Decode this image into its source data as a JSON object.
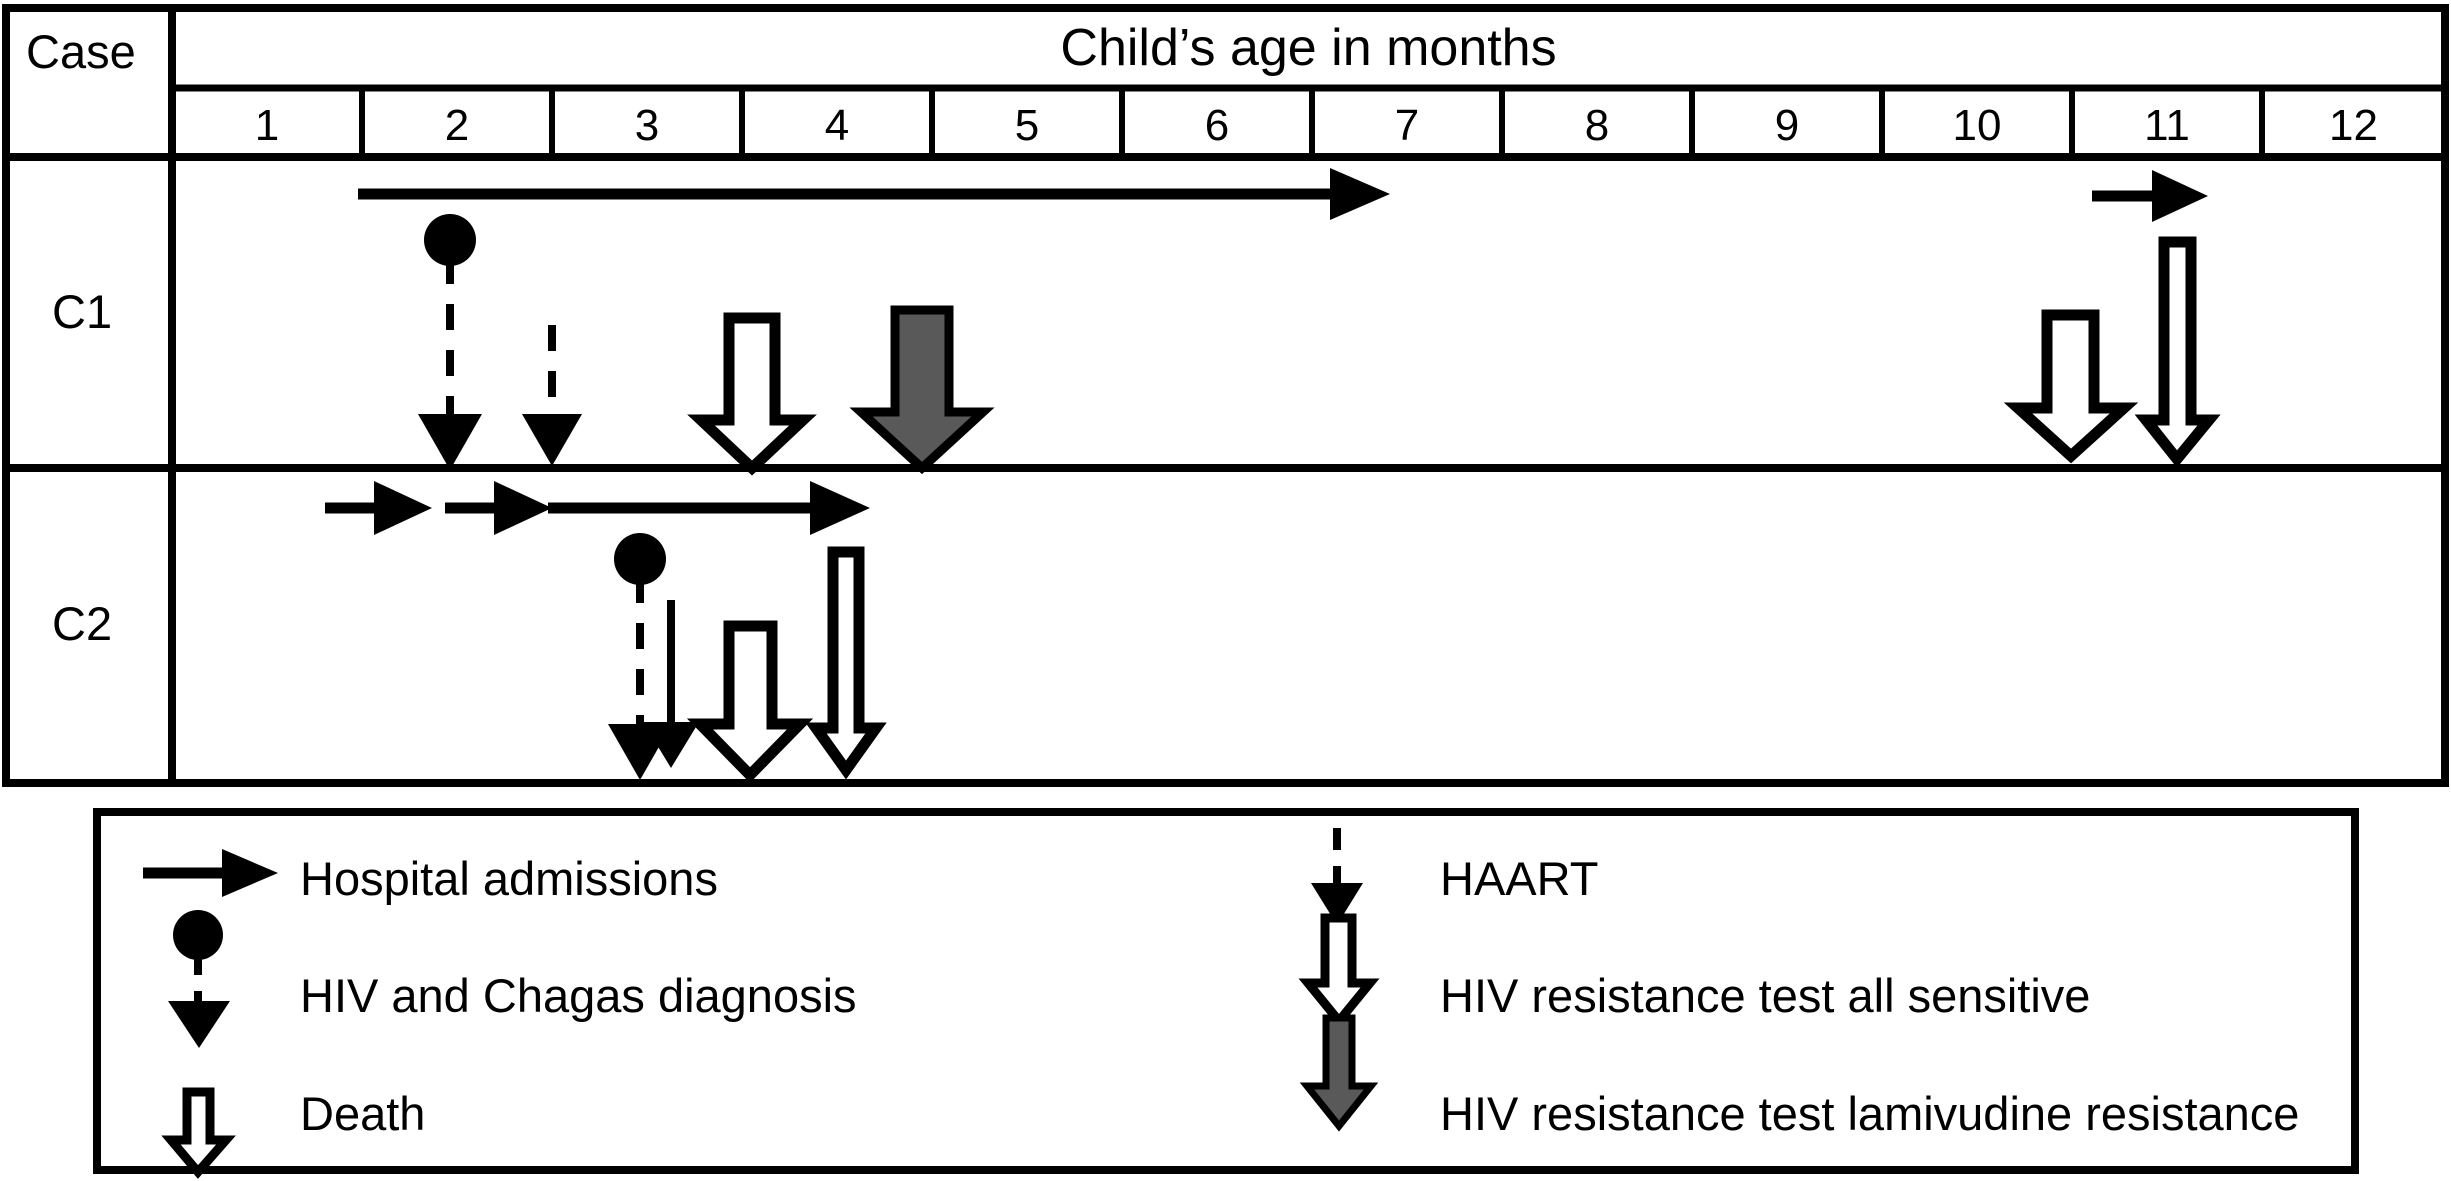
{
  "figure": {
    "type": "clinical-timeline-table",
    "row_header_label": "Case",
    "timeline_title": "Child’s age in months",
    "months": [
      "1",
      "2",
      "3",
      "4",
      "5",
      "6",
      "7",
      "8",
      "9",
      "10",
      "11",
      "12"
    ],
    "rows": [
      {
        "case_label": "C1",
        "events": [
          {
            "marker": "hospital-admission-arrow",
            "label": "Hospital admissions",
            "start_month": 1.9,
            "end_month": 7.3
          },
          {
            "marker": "hiv-chagas-diagnosis",
            "label": "HIV and Chagas diagnosis",
            "month": 2.2
          },
          {
            "marker": "haart",
            "label": "HAART",
            "month": 2.6
          },
          {
            "marker": "hiv-resistance-all-sensitive",
            "label": "HIV resistance test all sensitive",
            "month": 3.4
          },
          {
            "marker": "hiv-resistance-lamivudine",
            "label": "HIV resistance test lamivudine resistance",
            "month": 4.0
          },
          {
            "marker": "hospital-admission-arrow",
            "label": "Hospital admissions",
            "start_month": 10.7,
            "end_month": 11.2
          },
          {
            "marker": "hiv-resistance-all-sensitive",
            "label": "HIV resistance test all sensitive",
            "month": 10.8
          },
          {
            "marker": "death",
            "label": "Death",
            "month": 11.4
          }
        ]
      },
      {
        "case_label": "C2",
        "events": [
          {
            "marker": "hospital-admission-arrow",
            "label": "Hospital admissions",
            "start_month": 1.8,
            "end_month": 2.3
          },
          {
            "marker": "hospital-admission-arrow",
            "label": "Hospital admissions",
            "start_month": 2.4,
            "end_month": 2.9
          },
          {
            "marker": "hospital-admission-arrow",
            "label": "Hospital admissions",
            "start_month": 3.0,
            "end_month": 4.6
          },
          {
            "marker": "hiv-chagas-diagnosis",
            "label": "HIV and Chagas diagnosis",
            "month": 3.4
          },
          {
            "marker": "haart",
            "label": "HAART",
            "month": 3.6
          },
          {
            "marker": "hiv-resistance-all-sensitive",
            "label": "HIV resistance test all sensitive",
            "month": 3.9
          },
          {
            "marker": "death",
            "label": "Death",
            "month": 4.5
          }
        ]
      }
    ]
  },
  "legend": {
    "items_left": [
      {
        "icon": "right-arrow-icon",
        "label": "Hospital admissions"
      },
      {
        "icon": "dot-dashed-down-arrow-icon",
        "label": "HIV and Chagas diagnosis"
      },
      {
        "icon": "hollow-narrow-down-arrow-icon",
        "label": "Death"
      }
    ],
    "items_right": [
      {
        "icon": "dashed-down-arrow-icon",
        "label": "HAART"
      },
      {
        "icon": "hollow-wide-down-arrow-icon",
        "label": "HIV resistance test all sensitive"
      },
      {
        "icon": "gray-filled-down-arrow-icon",
        "label": "HIV resistance test lamivudine resistance"
      }
    ]
  },
  "colors": {
    "stroke": "#000000",
    "background": "#FFFFFF",
    "gray_arrow_fill": "#595959"
  }
}
